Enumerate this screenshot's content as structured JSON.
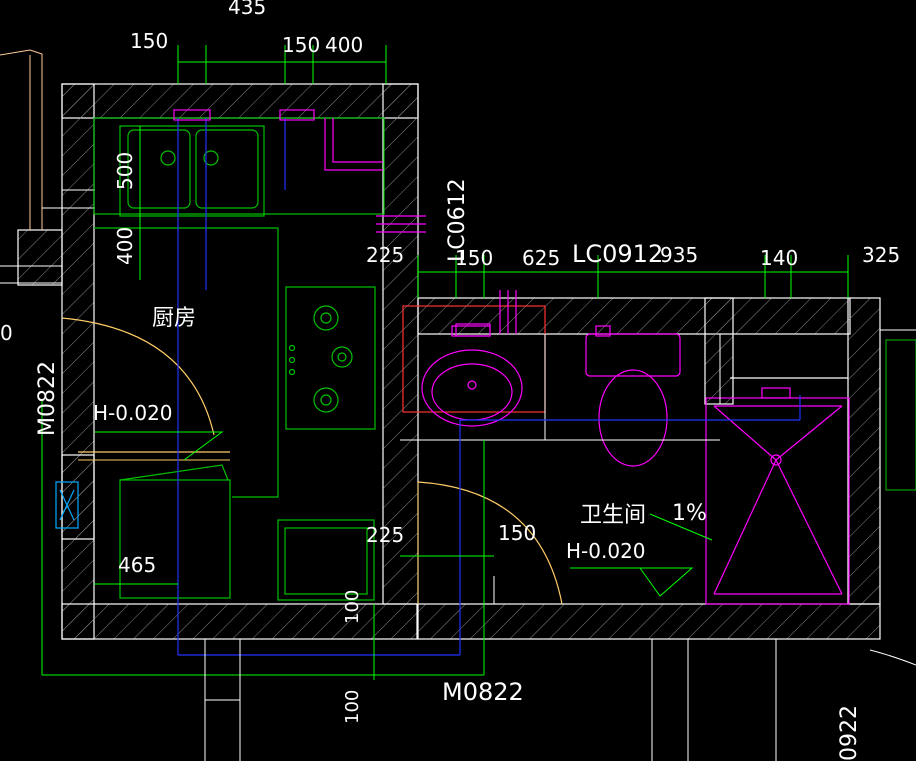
{
  "rooms": {
    "kitchen": {
      "name": "厨房",
      "elevation": "H-0.020"
    },
    "bathroom": {
      "name": "卫生间",
      "elevation": "H-0.020",
      "slope": "1%"
    }
  },
  "dimensions": {
    "top_435": "435",
    "top_150a": "150",
    "top_150b": "150",
    "top_400": "400",
    "kitchen_500": "500",
    "kitchen_400": "400",
    "dim_225a": "225",
    "dim_150c": "150",
    "dim_625": "625",
    "dim_935": "935",
    "dim_140": "140",
    "dim_325": "325",
    "dim_465": "465",
    "dim_225b": "225",
    "dim_150d": "150",
    "dim_100a": "100",
    "dim_100b": "100",
    "left_0": "0"
  },
  "openings": {
    "window_lc0612": "LC0612",
    "window_lc0912": "LC0912",
    "door_left": "M0822",
    "door_bottom": "M0822",
    "door_right_partial": "0922"
  },
  "colors": {
    "wall": "#ffffff",
    "dim_line": "#00ff00",
    "pipe_blue": "#0000ff",
    "fixture_magenta": "#ff00ff",
    "fixture_green": "#00c000",
    "door_yellow": "#ffcc66",
    "text": "#ffffff"
  }
}
